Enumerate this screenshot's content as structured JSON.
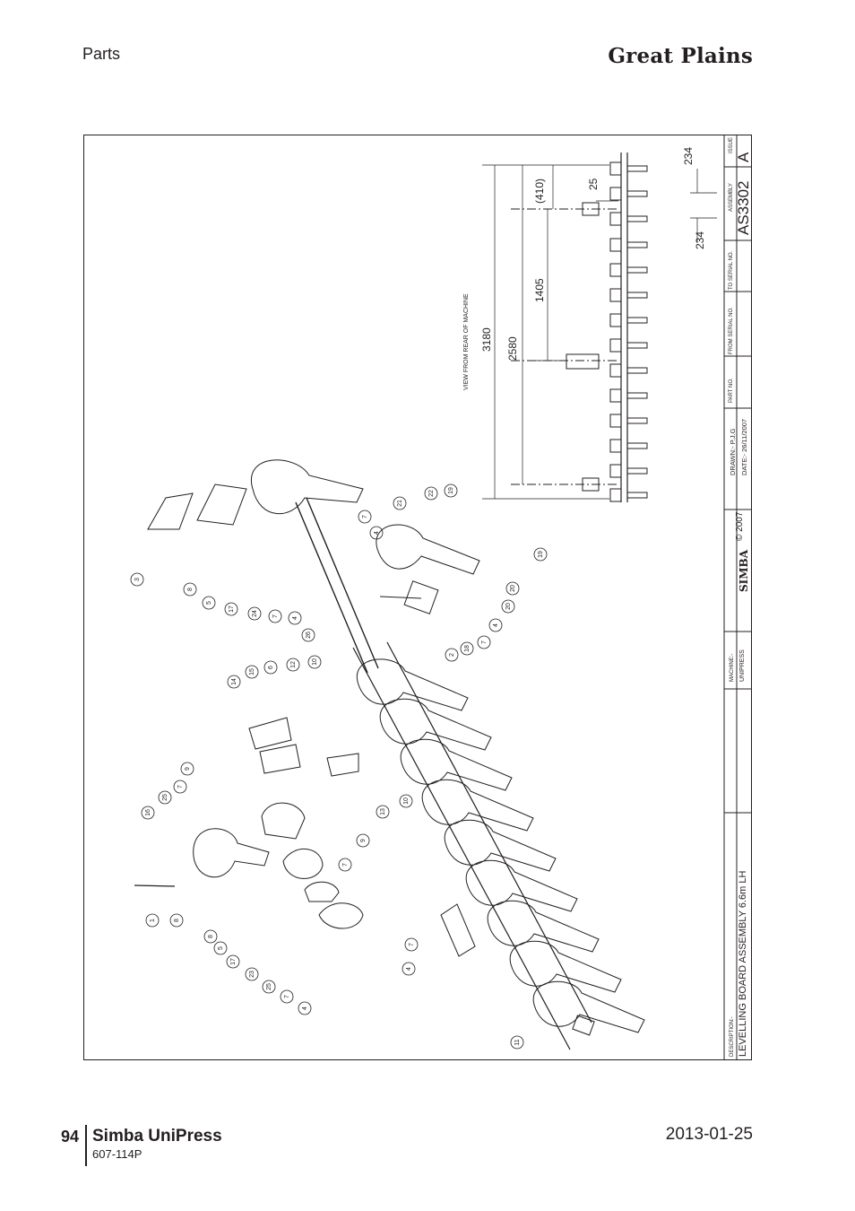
{
  "header": {
    "section": "Parts",
    "brand": "Great Plains"
  },
  "footer": {
    "page_number": "94",
    "product": "Simba UniPress",
    "doc_code": "607-114P",
    "date": "2013-01-25"
  },
  "title_block": {
    "issue_label": "ISSUE",
    "issue": "A",
    "assembly_label": "ASSEMBLY",
    "assembly": "AS3302",
    "to_serial_label": "TO SERIAL NO.",
    "from_serial_label": "FROM SERIAL NO.",
    "part_no_label": "PART NO.",
    "drawn": "DRAWN:- P.J.G",
    "date": "DATE:- 26/11/2007",
    "logo": "SIMBA",
    "copyright": "© 2007",
    "machine_label": "MACHINE:-",
    "machine": "UNIPRESS",
    "description_label": "DESCRIPTION:-",
    "description": "LEVELLING BOARD ASSEMBLY 6.6m LH"
  },
  "rear_view": {
    "caption": "VIEW FROM REAR OF MACHINE",
    "dimensions": {
      "d1": "3180",
      "d2": "2580",
      "d3": "1405",
      "d4": "(410)",
      "d5": "25",
      "d6": "234",
      "d7": "234"
    }
  },
  "callouts": [
    "3",
    "8",
    "5",
    "17",
    "24",
    "7",
    "4",
    "26",
    "7",
    "4",
    "21",
    "22",
    "19",
    "19",
    "20",
    "20",
    "4",
    "7",
    "18",
    "2",
    "14",
    "15",
    "6",
    "12",
    "10",
    "13",
    "10",
    "9",
    "7",
    "9",
    "25",
    "16",
    "1",
    "8",
    "8",
    "5",
    "17",
    "23",
    "25",
    "7",
    "4",
    "7",
    "4",
    "11",
    "7"
  ]
}
